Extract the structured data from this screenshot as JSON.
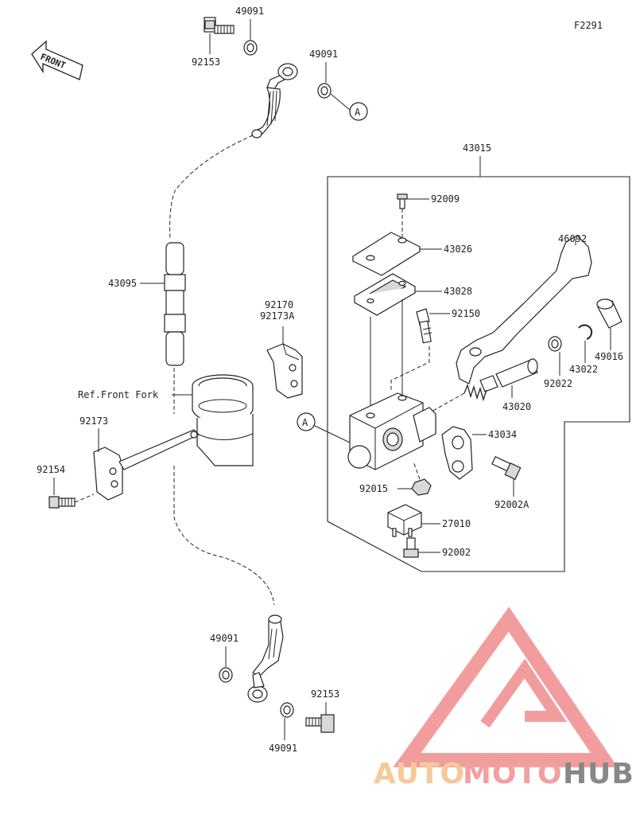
{
  "figure_code": "F2291",
  "front_label": "FRONT",
  "ref_label": "Ref.Front Fork",
  "callout_letter": "A",
  "parts": {
    "p43015": "43015",
    "p92009": "92009",
    "p43026": "43026",
    "p43028": "43028",
    "p92150": "92150",
    "p46092": "46092",
    "p49016": "49016",
    "p43022": "43022",
    "p92022": "92022",
    "p43020": "43020",
    "p43034": "43034",
    "p92002A": "92002A",
    "p92015": "92015",
    "p27010": "27010",
    "p92002": "92002",
    "p43095": "43095",
    "p92170": "92170",
    "p92173A": "92173A",
    "p92173": "92173",
    "p92154": "92154",
    "p49091_top1": "49091",
    "p49091_top2": "49091",
    "p92153_top": "92153",
    "p49091_bot1": "49091",
    "p49091_bot2": "49091",
    "p92153_bot": "92153"
  },
  "watermark": {
    "part1": "AUTO",
    "part2": "MOTO",
    "part3": "HUB",
    "color_light": "#f5c99a",
    "color_mid": "#f2a0a0",
    "color_dark": "#888888",
    "logo_color": "#f08c8c"
  }
}
